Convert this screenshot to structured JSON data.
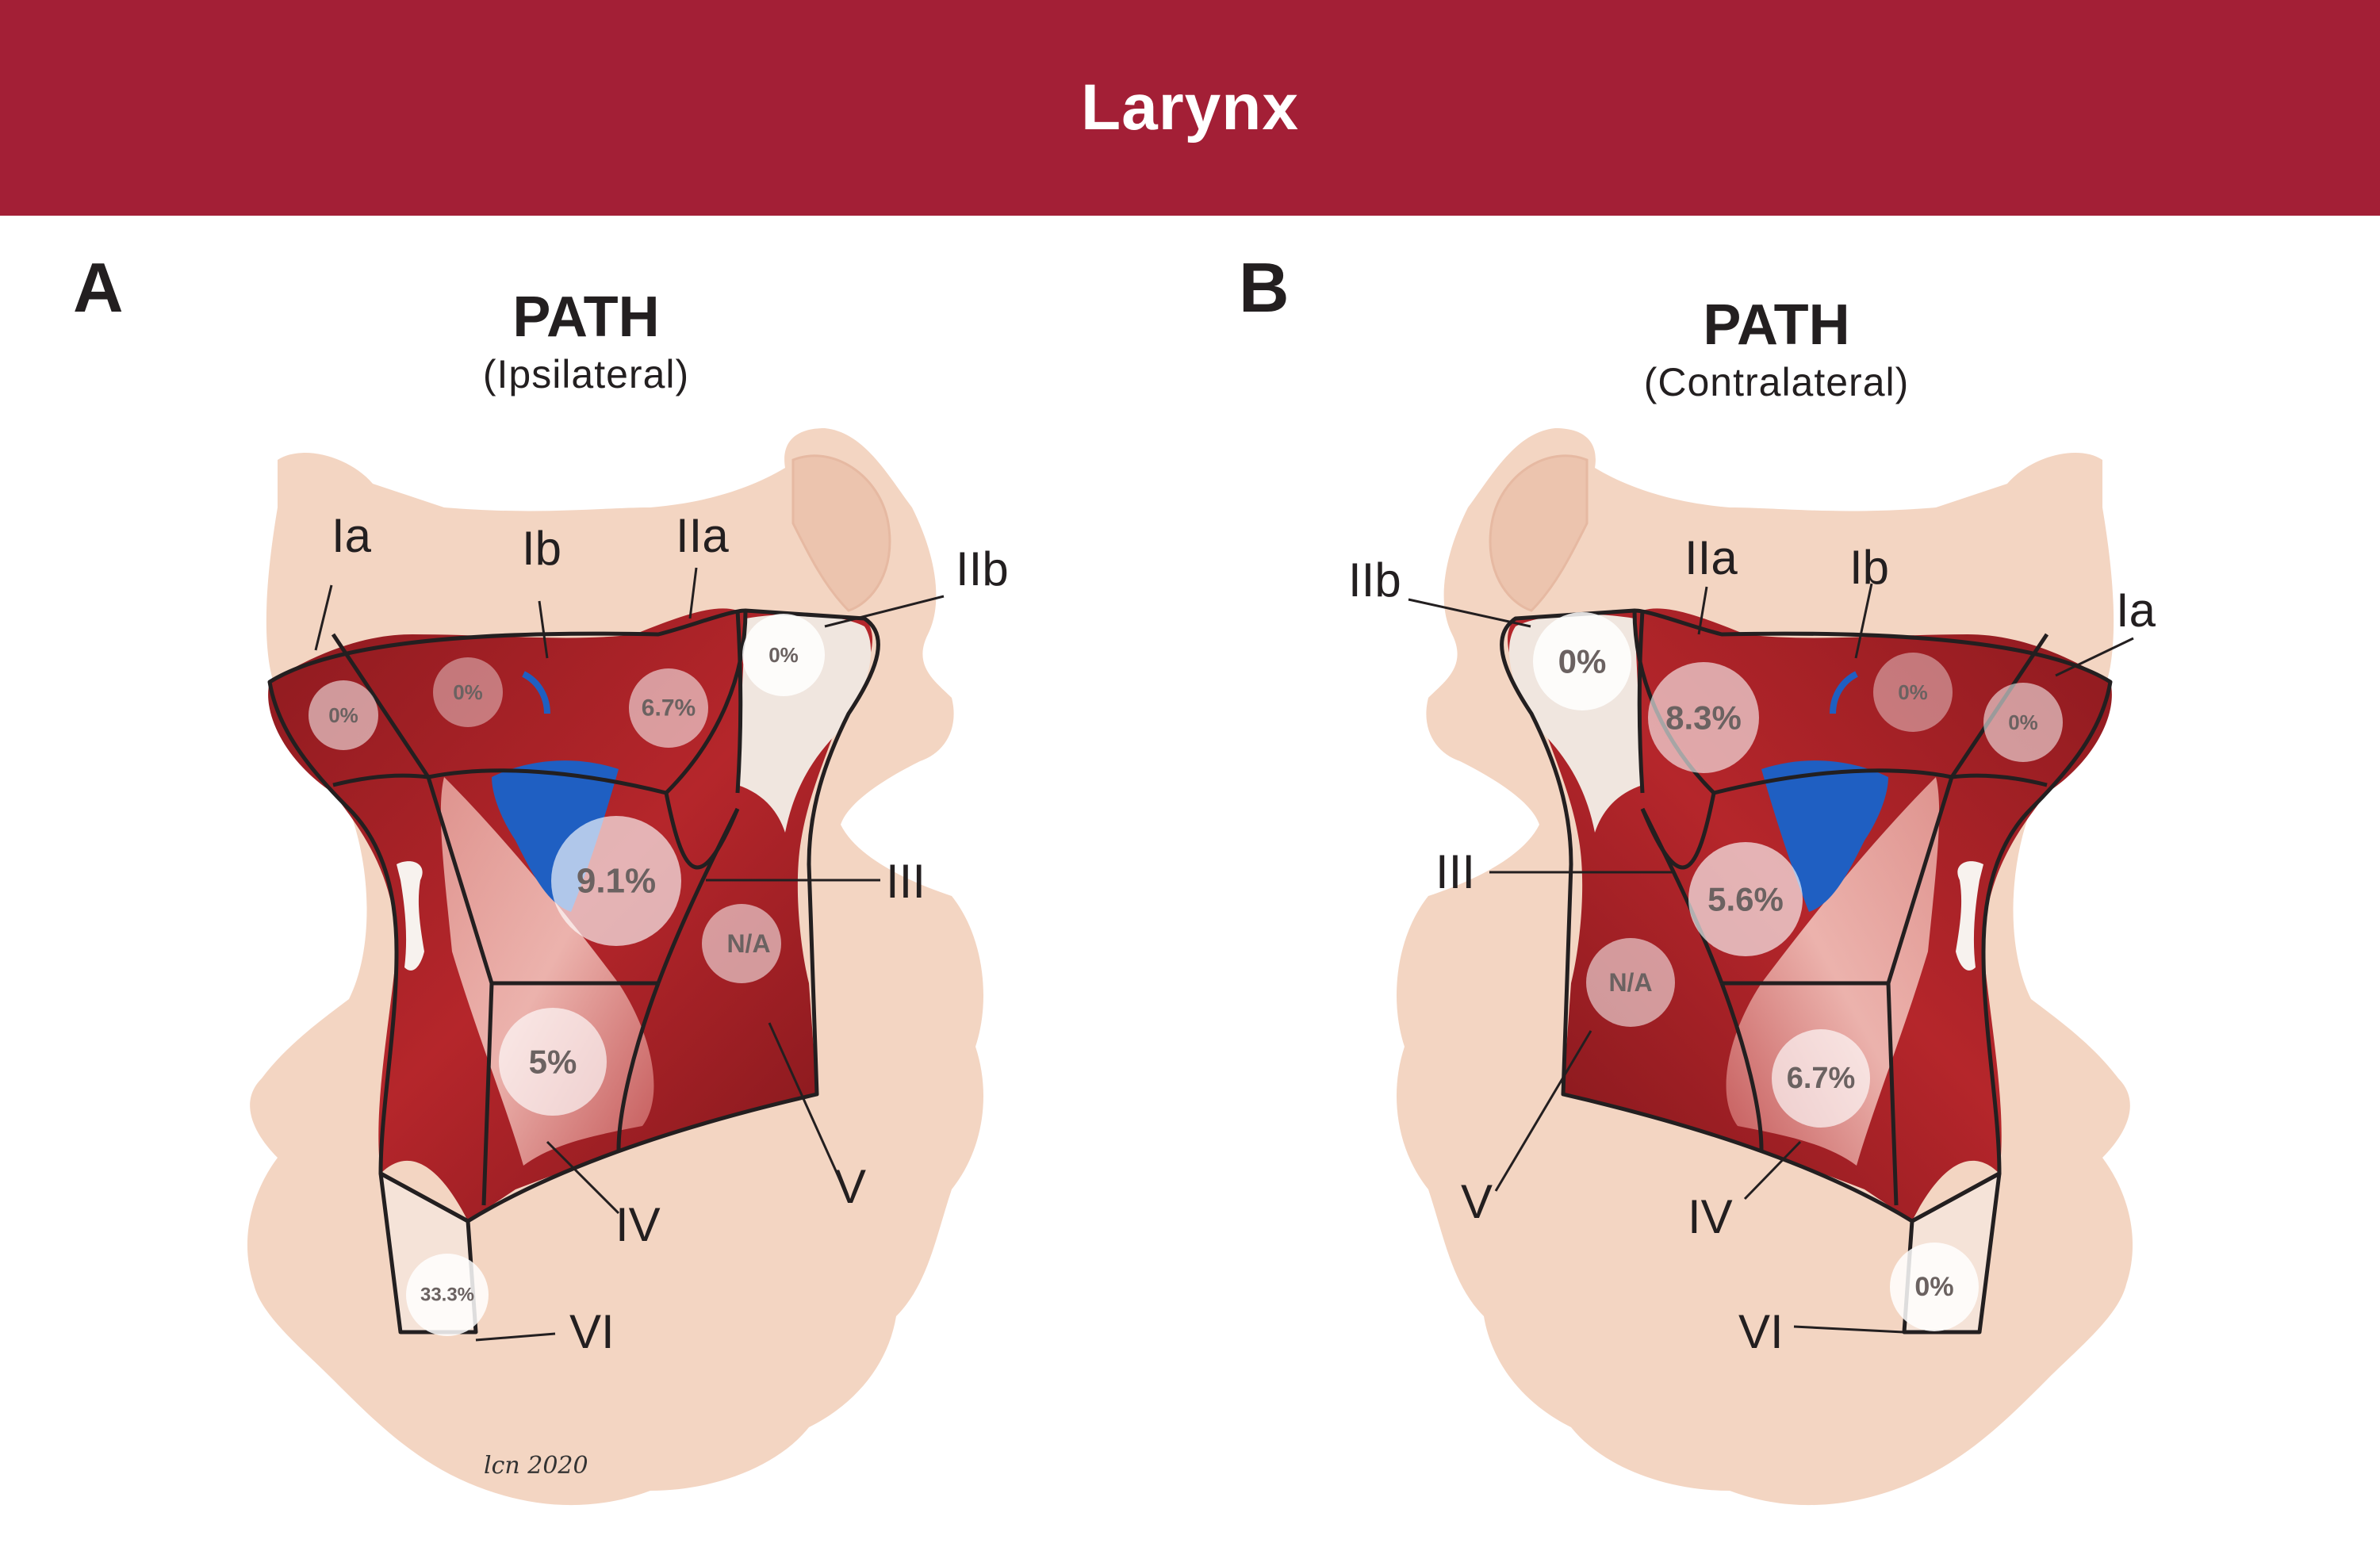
{
  "banner": {
    "title": "Larynx"
  },
  "panels": [
    {
      "letter": "A",
      "title": "PATH",
      "subtitle": "(Ipsilateral)",
      "levels": {
        "Ia": "Ia",
        "Ib": "Ib",
        "IIa": "IIa",
        "IIb": "IIb",
        "III": "III",
        "IV": "IV",
        "V": "V",
        "VI": "VI"
      },
      "values": {
        "Ia": "0%",
        "Ib": "0%",
        "IIa": "6.7%",
        "IIb": "0%",
        "III": "9.1%",
        "IV": "5%",
        "V": "N/A",
        "VI": "33.3%"
      }
    },
    {
      "letter": "B",
      "title": "PATH",
      "subtitle": "(Contralateral)",
      "levels": {
        "Ia": "Ia",
        "Ib": "Ib",
        "IIa": "IIa",
        "IIb": "IIb",
        "III": "III",
        "IV": "IV",
        "V": "V",
        "VI": "VI"
      },
      "values": {
        "Ia": "0%",
        "Ib": "0%",
        "IIa": "8.3%",
        "IIb": "0%",
        "III": "5.6%",
        "IV": "6.7%",
        "V": "N/A",
        "VI": "0%"
      }
    }
  ],
  "signature": "lcn 2020",
  "colors": {
    "banner": "#a31f36",
    "skin": "#f3d5c2",
    "muscle": "#a01d23",
    "muscle_light": "#d9686b",
    "vein": "#1f5fc2",
    "outline": "#231f20",
    "bubble": "#ffffff"
  }
}
